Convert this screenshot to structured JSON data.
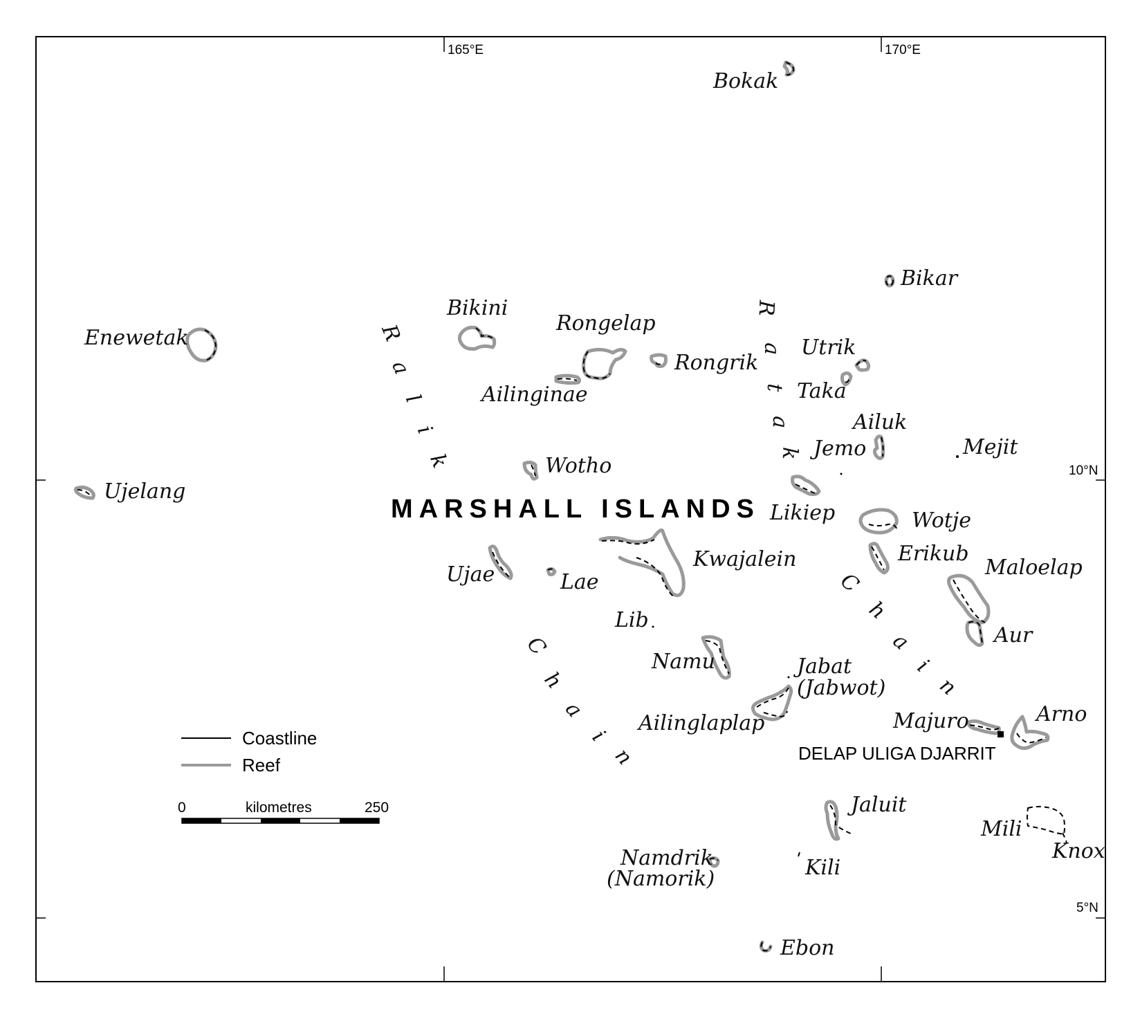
{
  "map": {
    "title": "MARSHALL ISLANDS",
    "capital": "DELAP ULIGA DJARRIT",
    "grid": {
      "lon_165": "165°E",
      "lon_170": "170°E",
      "lat_10": "10°N",
      "lat_5": "5°N"
    },
    "legend": {
      "coastline": "Coastline",
      "reef": "Reef"
    },
    "scale": {
      "start": "0",
      "unit": "kilometres",
      "end": "250"
    },
    "chains": {
      "ralik": "Ralik",
      "ratak": "Ratak",
      "chain": "Chain"
    },
    "atolls": {
      "bokak": "Bokak",
      "bikar": "Bikar",
      "enewetak": "Enewetak",
      "bikini": "Bikini",
      "rongelap": "Rongelap",
      "rongrik": "Rongrik",
      "ailinginae": "Ailinginae",
      "utrik": "Utrik",
      "taka": "Taka",
      "ailuk": "Ailuk",
      "jemo": "Jemo",
      "mejit": "Mejit",
      "wotho": "Wotho",
      "ujelang": "Ujelang",
      "likiep": "Likiep",
      "wotje": "Wotje",
      "erikub": "Erikub",
      "kwajalein": "Kwajalein",
      "maloelap": "Maloelap",
      "ujae": "Ujae",
      "lae": "Lae",
      "lib": "Lib",
      "aur": "Aur",
      "namu": "Namu",
      "jabat": "Jabat",
      "jabwot": "(Jabwot)",
      "ailinglaplap": "Ailinglaplap",
      "majuro": "Majuro",
      "arno": "Arno",
      "jaluit": "Jaluit",
      "mili": "Mili",
      "knox": "Knox",
      "namdrik": "Namdrik",
      "namorik": "(Namorik)",
      "kili": "Kili",
      "ebon": "Ebon"
    }
  }
}
